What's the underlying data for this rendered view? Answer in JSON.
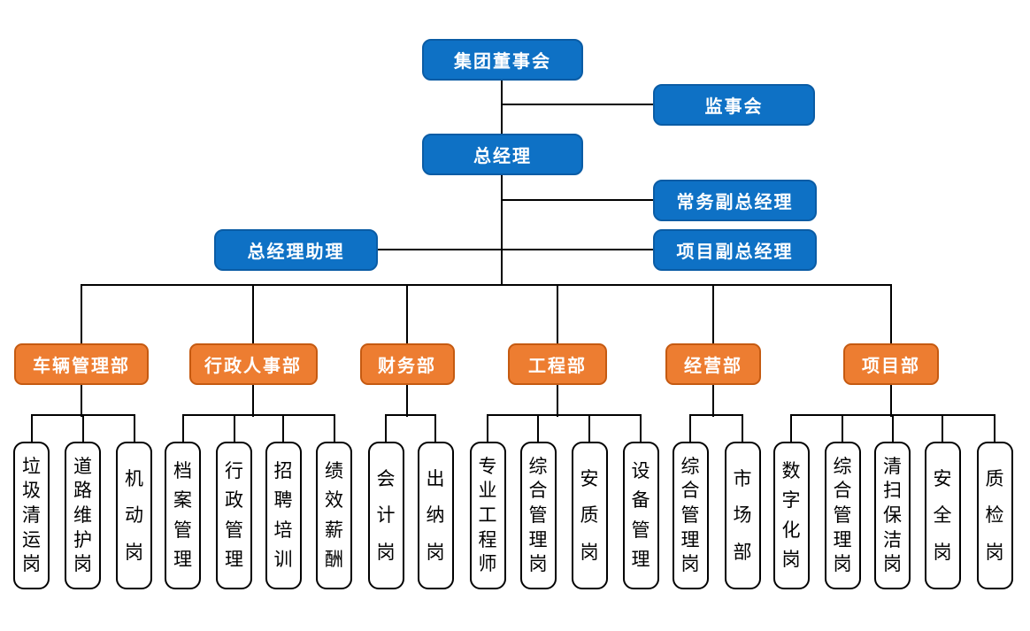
{
  "colors": {
    "background": "#FFFFFF",
    "blue_fill": "#0E71C5",
    "blue_border": "#0A5CA5",
    "orange_fill": "#ED7D31",
    "orange_border": "#C55A11",
    "connector": "#000000",
    "position_fill": "#FFFFFF",
    "position_border": "#000000",
    "label_light": "#FFFFFF",
    "label_dark": "#000000"
  },
  "executives": {
    "board": "集团董事会",
    "supervisory": "监事会",
    "general_manager": "总经理",
    "executive_deputy_gm": "常务副总经理",
    "gm_assistant": "总经理助理",
    "project_deputy_gm": "项目副总经理"
  },
  "departments": [
    {
      "label": "车辆管理部",
      "positions": [
        "垃圾清运岗",
        "道路维护岗",
        "机动岗"
      ]
    },
    {
      "label": "行政人事部",
      "positions": [
        "档案管理",
        "行政管理",
        "招聘培训",
        "绩效薪酬"
      ]
    },
    {
      "label": "财务部",
      "positions": [
        "会计岗",
        "出纳岗"
      ]
    },
    {
      "label": "工程部",
      "positions": [
        "专业工程师",
        "综合管理岗",
        "安质岗",
        "设备管理"
      ]
    },
    {
      "label": "经营部",
      "positions": [
        "综合管理岗",
        "市场部"
      ]
    },
    {
      "label": "项目部",
      "positions": [
        "数字化岗",
        "综合管理岗",
        "清扫保洁岗",
        "安全岗",
        "质检岗"
      ]
    }
  ]
}
